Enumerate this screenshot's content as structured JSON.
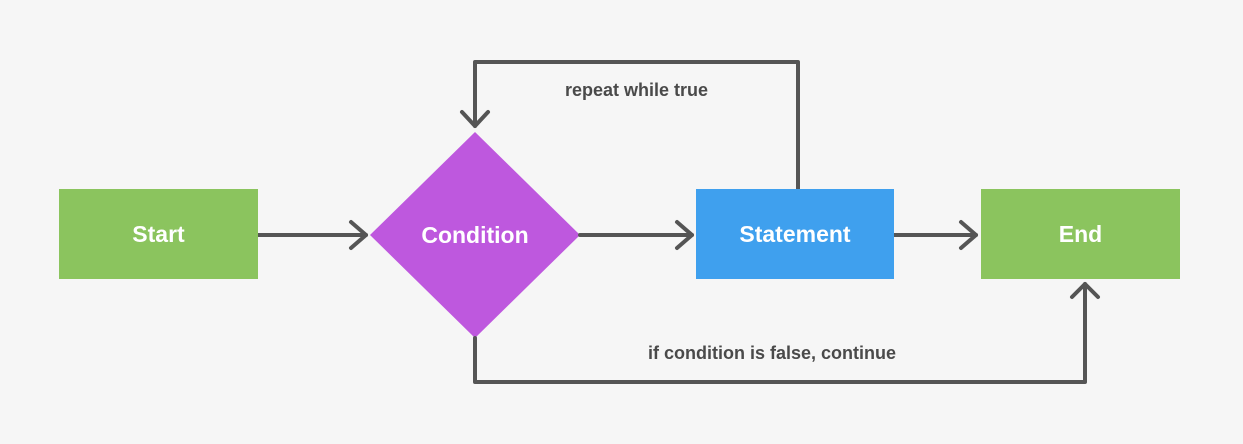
{
  "diagram": {
    "nodes": {
      "start": {
        "label": "Start",
        "color": "#8bc45e"
      },
      "condition": {
        "label": "Condition",
        "color": "#be58de"
      },
      "statement": {
        "label": "Statement",
        "color": "#3fa0ee"
      },
      "end": {
        "label": "End",
        "color": "#8bc45e"
      }
    },
    "edges": [
      {
        "from": "start",
        "to": "condition"
      },
      {
        "from": "condition",
        "to": "statement"
      },
      {
        "from": "statement",
        "to": "end"
      },
      {
        "from": "statement",
        "to": "condition",
        "label": "repeat while true"
      },
      {
        "from": "condition",
        "to": "end",
        "label": "if condition is false, continue"
      }
    ],
    "line_color": "#555555"
  }
}
